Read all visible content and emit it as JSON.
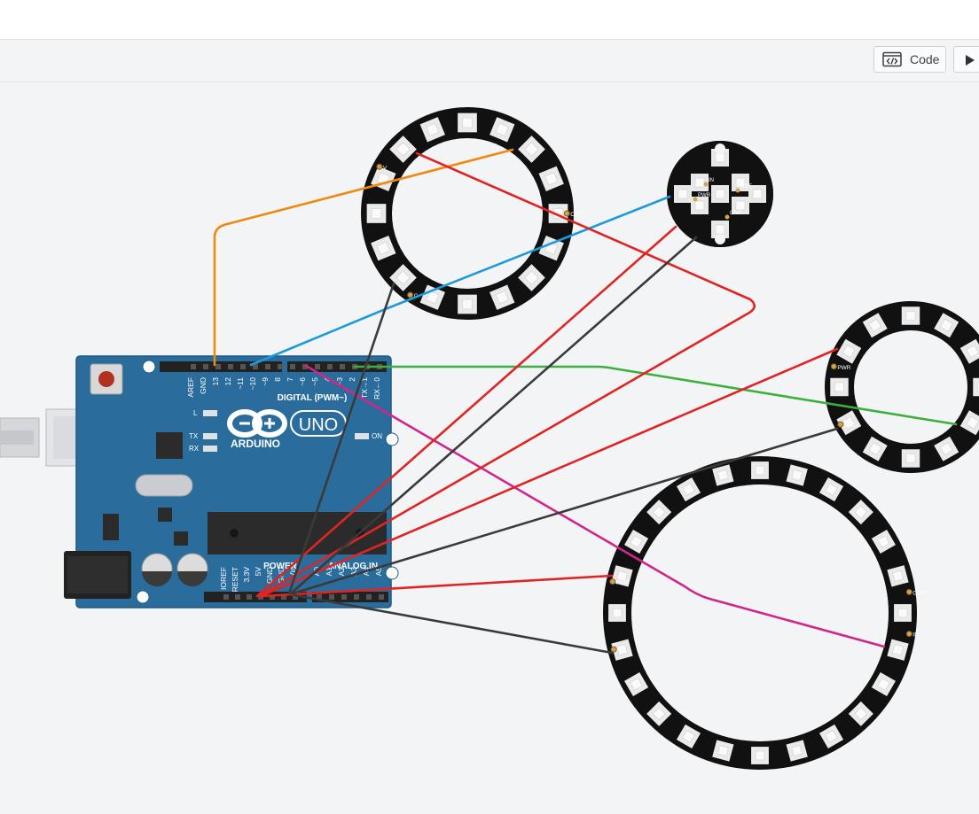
{
  "toolbar": {
    "code_label": "Code",
    "code_icon": "code-editor-icon",
    "play_icon": "play-icon"
  },
  "arduino": {
    "brand": "ARDUINO",
    "model": "UNO",
    "digital_label": "DIGITAL (PWM~)",
    "power_label": "POWER",
    "analog_label": "ANALOG IN",
    "on_label": "ON",
    "tx_label": "TX",
    "rx_label": "RX",
    "l_label": "L",
    "digital_pins": [
      "AREF",
      "GND",
      "13",
      "12",
      "~11",
      "~10",
      "~9",
      "8",
      "7",
      "~6",
      "~5",
      "4",
      "~3",
      "2",
      "TX→1",
      "RX←0"
    ],
    "power_pins": [
      "IOREF",
      "RESET",
      "3.3V",
      "5V",
      "GND",
      "GND",
      "Vin"
    ],
    "analog_pins": [
      "A0",
      "A1",
      "A2",
      "A3",
      "A4",
      "A5"
    ]
  },
  "ring_labels": {
    "in": "IN",
    "out": "OUT",
    "pwr": "PWR",
    "gnd": "GND",
    "v": "V",
    "g": "G"
  },
  "colors": {
    "board": "#2a6d9c",
    "wire_red": "#e02424",
    "wire_black": "#3a3a3a",
    "wire_orange": "#ee8a10",
    "wire_blue": "#1e9ad6",
    "wire_green": "#3cb03c",
    "wire_magenta": "#d0258a"
  }
}
